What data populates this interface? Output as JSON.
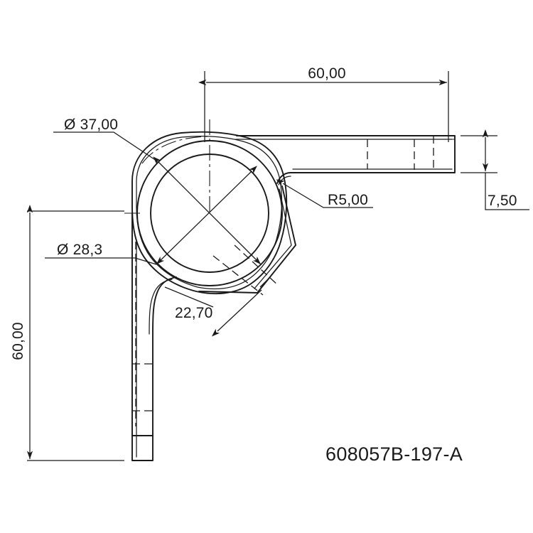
{
  "drawing": {
    "part_number": "608057B-197-A",
    "background_color": "#ffffff",
    "line_color": "#1a1a1a",
    "dimensions": {
      "top_length": "60,00",
      "left_height": "60,00",
      "bore_outer_diameter": "Ø 37,00",
      "bore_inner_diameter": "Ø 28,3",
      "fillet_radius": "R5,00",
      "arm_thickness": "7,50",
      "angled_dimension": "22,70"
    },
    "units_note": "",
    "chart_data": {
      "type": "table",
      "title": "608057B-197-A",
      "categories": [
        "top_length",
        "left_height",
        "bore_outer_diameter",
        "bore_inner_diameter",
        "fillet_radius",
        "arm_thickness",
        "angled_dimension"
      ],
      "values": [
        60.0,
        60.0,
        37.0,
        28.3,
        5.0,
        7.5,
        22.7
      ],
      "labels": [
        "60,00",
        "60,00",
        "Ø 37,00",
        "Ø 28,3",
        "R5,00",
        "7,50",
        "22,70"
      ],
      "xlabel": "",
      "ylabel": ""
    }
  }
}
